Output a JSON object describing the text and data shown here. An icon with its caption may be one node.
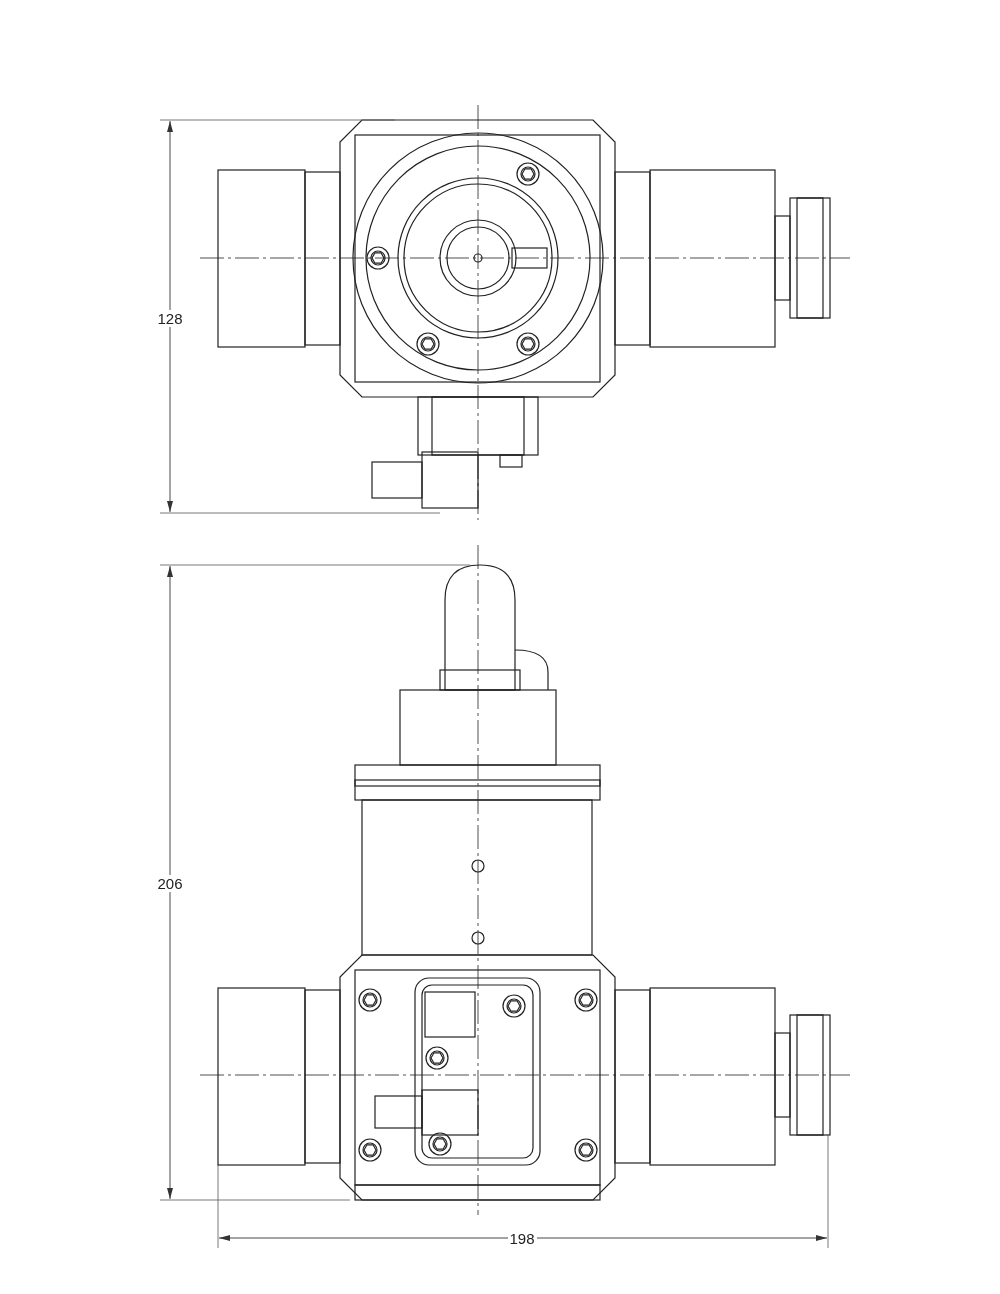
{
  "diagram": {
    "labels": [
      "128",
      "206",
      "198"
    ]
  }
}
